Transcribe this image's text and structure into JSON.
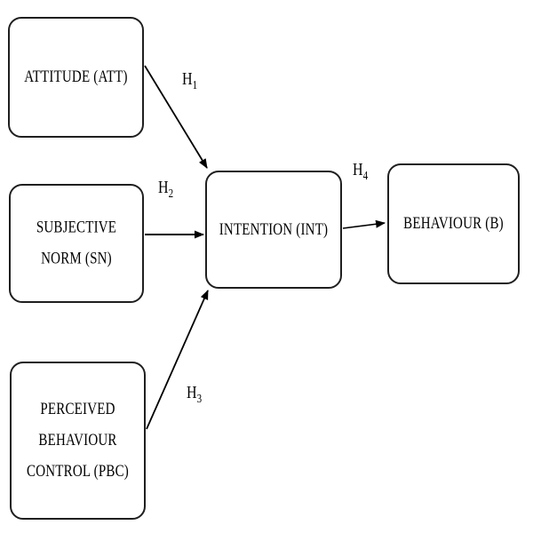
{
  "diagram": {
    "type": "path-diagram",
    "background": "#ffffff",
    "nodes": {
      "attitude": {
        "lines": [
          "ATTITUDE (ATT)"
        ]
      },
      "subjective_norm": {
        "lines": [
          "SUBJECTIVE",
          "NORM (SN)"
        ]
      },
      "perceived_behaviour_control": {
        "lines": [
          "PERCEIVED",
          "BEHAVIOUR",
          "CONTROL (PBC)"
        ]
      },
      "intention": {
        "lines": [
          "INTENTION (INT)"
        ]
      },
      "behaviour": {
        "lines": [
          "BEHAVIOUR (B)"
        ]
      }
    },
    "edges": {
      "h1": {
        "label": "H",
        "sub": "1",
        "from": "attitude",
        "to": "intention"
      },
      "h2": {
        "label": "H",
        "sub": "2",
        "from": "subjective_norm",
        "to": "intention"
      },
      "h3": {
        "label": "H",
        "sub": "3",
        "from": "perceived_behaviour_control",
        "to": "intention"
      },
      "h4": {
        "label": "H",
        "sub": "4",
        "from": "intention",
        "to": "behaviour"
      }
    },
    "colors": {
      "box_border": "#1f1f1f",
      "text": "#000000",
      "arrow": "#000000",
      "background": "#ffffff"
    }
  }
}
